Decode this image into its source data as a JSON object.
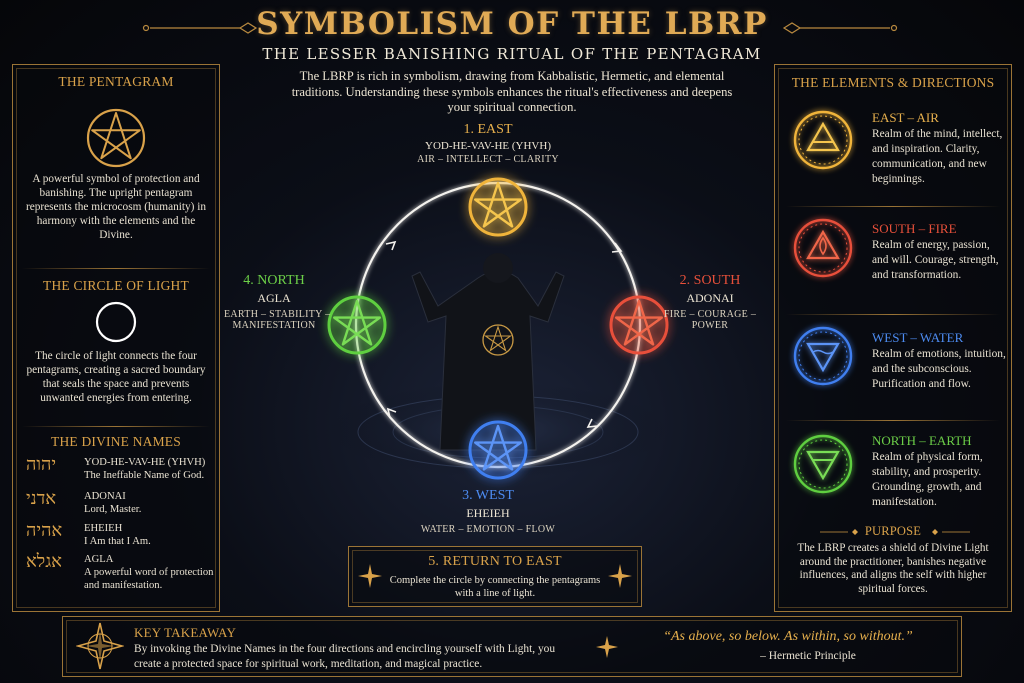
{
  "header": {
    "title": "SYMBOLISM OF THE LBRP",
    "subtitle": "THE LESSER BANISHING RITUAL OF THE PENTAGRAM",
    "intro": "The LBRP is rich in symbolism, drawing from Kabbalistic, Hermetic, and elemental traditions. Understanding these symbols enhances the ritual's effectiveness and deepens your spiritual connection."
  },
  "left_panel": {
    "pentagram": {
      "title": "THE PENTAGRAM",
      "text": "A powerful symbol of protection and banishing. The upright pentagram represents the microcosm (humanity) in harmony with the elements and the Divine."
    },
    "circle": {
      "title": "THE CIRCLE OF LIGHT",
      "text": "The circle of light connects the four pentagrams, creating a sacred boundary that seals the space and prevents unwanted energies from entering."
    },
    "names_title": "THE DIVINE NAMES",
    "names": [
      {
        "hebrew": "יהוה",
        "name": "YOD-HE-VAV-HE (YHVH)",
        "meaning": "The Ineffable Name of God."
      },
      {
        "hebrew": "אדני",
        "name": "ADONAI",
        "meaning": "Lord, Master."
      },
      {
        "hebrew": "אהיה",
        "name": "EHEIEH",
        "meaning": "I Am that I Am."
      },
      {
        "hebrew": "אגלא",
        "name": "AGLA",
        "meaning": "A powerful word of protection and manifestation."
      }
    ]
  },
  "diagram": {
    "east": {
      "heading": "1. EAST",
      "name": "YOD-HE-VAV-HE (YHVH)",
      "qualities": "AIR – INTELLECT – CLARITY"
    },
    "south": {
      "heading": "2. SOUTH",
      "name": "ADONAI",
      "qualities_1": "FIRE – COURAGE –",
      "qualities_2": "POWER"
    },
    "west": {
      "heading": "3. WEST",
      "name": "EHEIEH",
      "qualities": "WATER – EMOTION – FLOW"
    },
    "north": {
      "heading": "4. NORTH",
      "name": "AGLA",
      "qualities_1": "EARTH – STABILITY –",
      "qualities_2": "MANIFESTATION"
    },
    "return": {
      "heading": "5. RETURN TO EAST",
      "text": "Complete the circle by connecting the pentagrams with a line of light."
    }
  },
  "right_panel": {
    "title": "THE ELEMENTS & DIRECTIONS",
    "elements": [
      {
        "title": "EAST – AIR",
        "text": "Realm of the mind, intellect, and inspiration. Clarity, communication, and new beginnings."
      },
      {
        "title": "SOUTH – FIRE",
        "text": "Realm of energy, passion, and will. Courage, strength, and transformation."
      },
      {
        "title": "WEST – WATER",
        "text": "Realm of emotions, intuition, and the subconscious. Purification and flow."
      },
      {
        "title": "NORTH – EARTH",
        "text": "Realm of physical form, stability, and prosperity. Grounding, growth, and manifestation."
      }
    ],
    "purpose_title": "PURPOSE",
    "purpose_text": "The LBRP creates a shield of Divine Light around the practitioner, banishes negative influences, and aligns the self with higher spiritual forces."
  },
  "footer": {
    "takeaway_title": "KEY TAKEAWAY",
    "takeaway_text": "By invoking the Divine Names in the four directions and encircling yourself with Light, you create a protected space for spiritual work, meditation, and magical practice.",
    "quote": "“As above, so below. As within, so without.”",
    "attribution": "– Hermetic Principle"
  },
  "colors": {
    "gold": "#d9a24a",
    "east": "#f0b43a",
    "south": "#e8503a",
    "west": "#3f7ff0",
    "north": "#5fcf3f",
    "panel_border": "#9b7436"
  }
}
